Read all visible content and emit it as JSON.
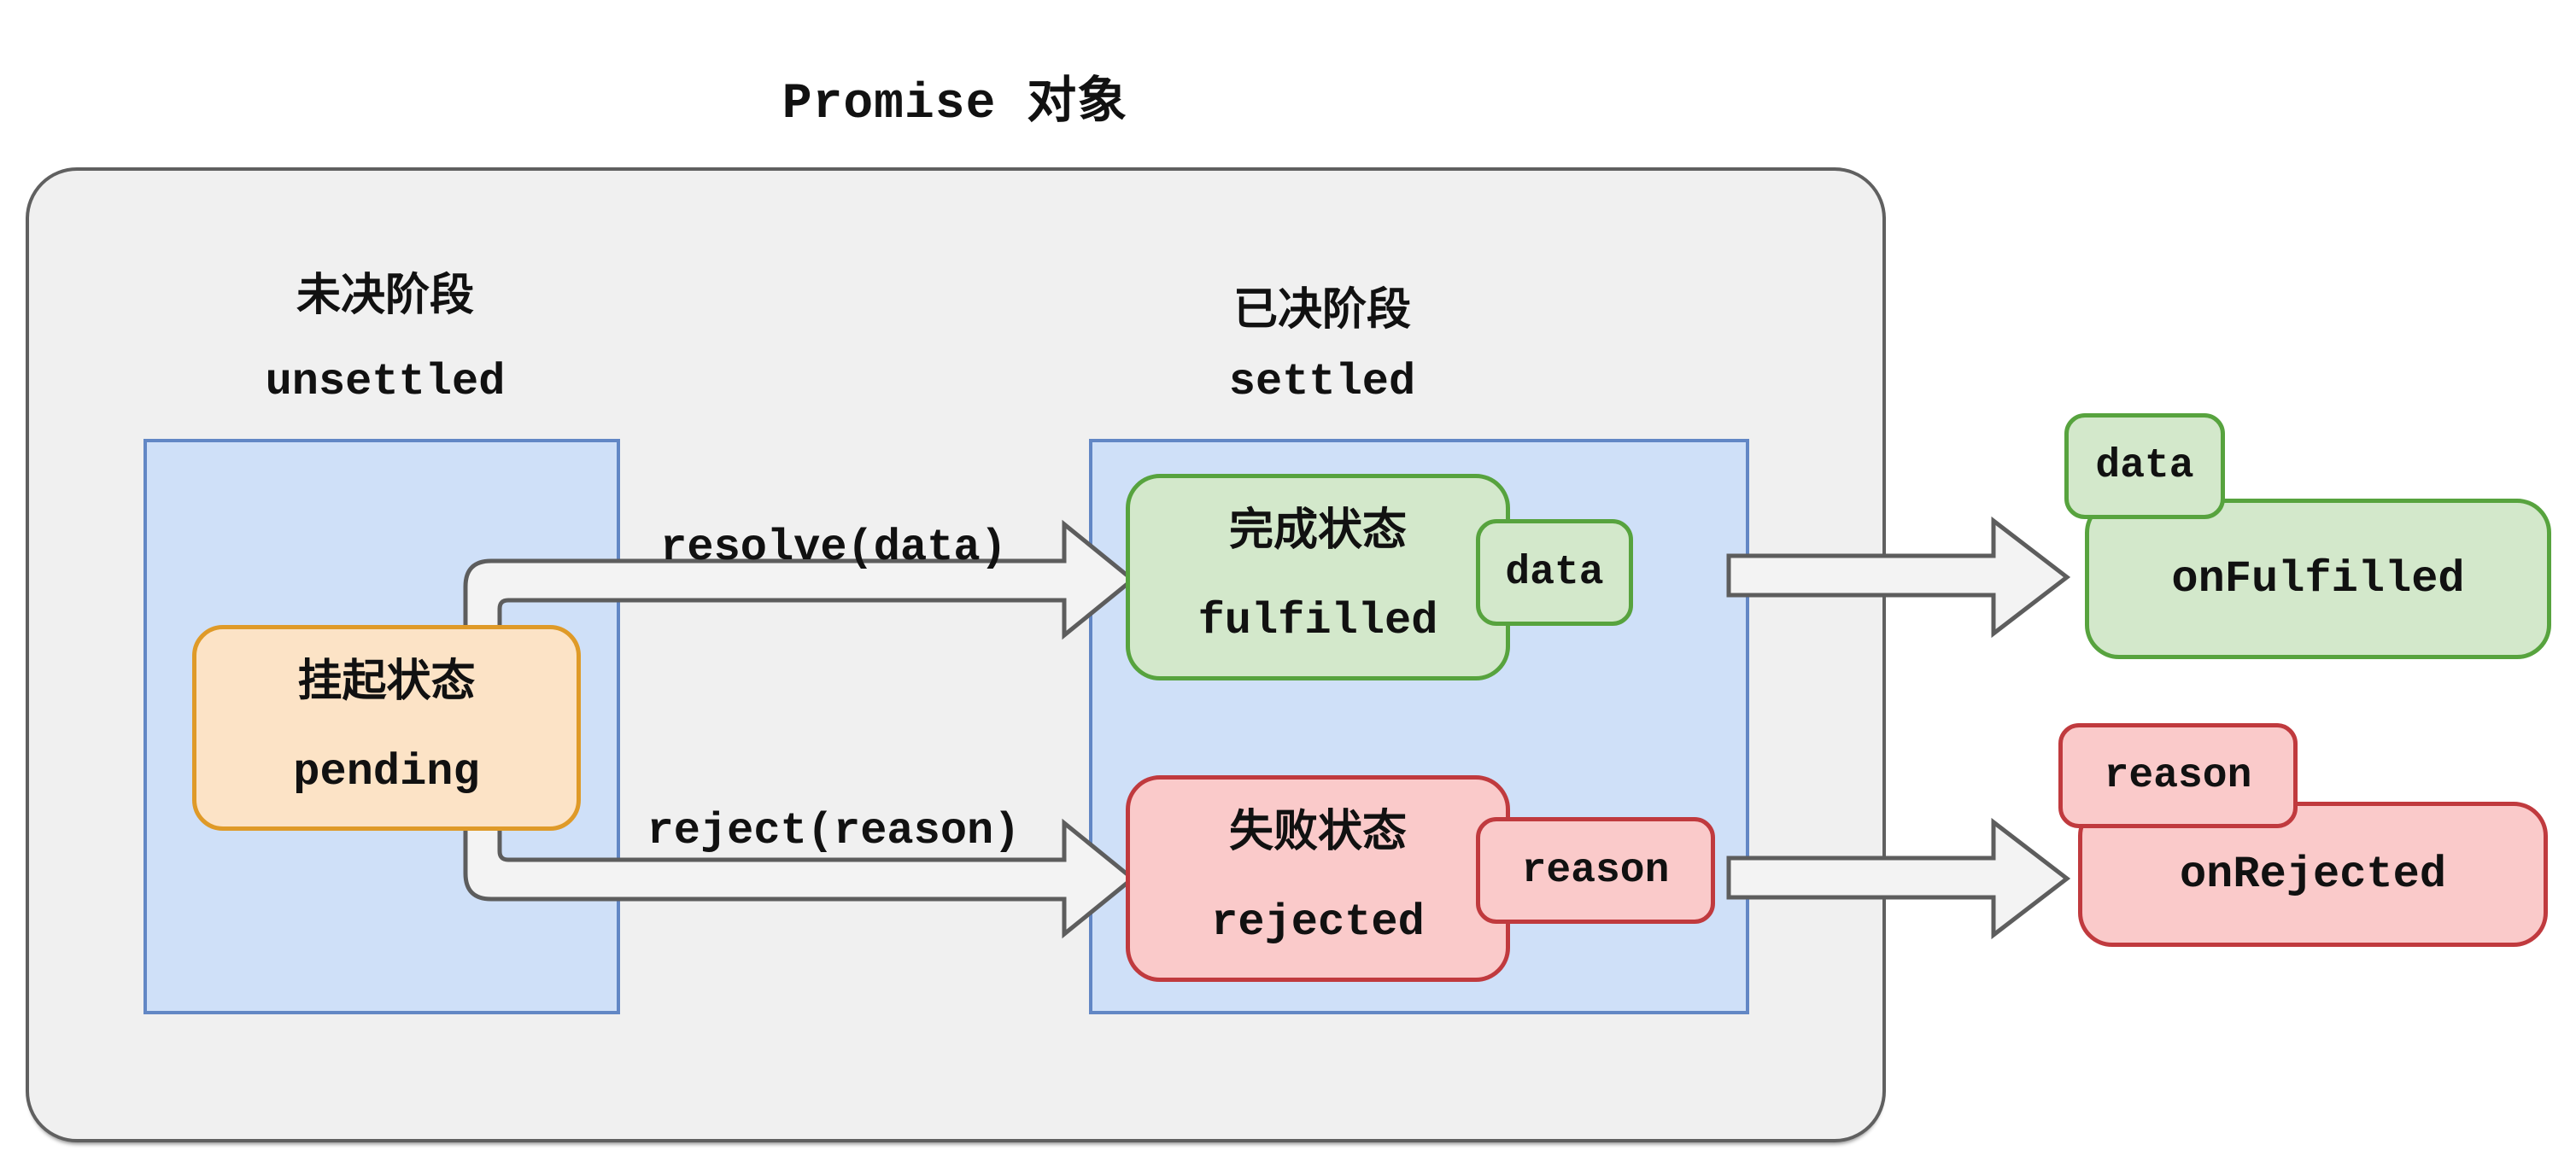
{
  "title": "Promise 对象",
  "stages": {
    "unsettled": {
      "zh": "未决阶段",
      "en": "unsettled"
    },
    "settled": {
      "zh": "已决阶段",
      "en": "settled"
    }
  },
  "nodes": {
    "pending": {
      "zh": "挂起状态",
      "en": "pending"
    },
    "fulfilled": {
      "zh": "完成状态",
      "en": "fulfilled",
      "tag": "data"
    },
    "rejected": {
      "zh": "失败状态",
      "en": "rejected",
      "tag": "reason"
    },
    "onFulfilled": {
      "label": "onFulfilled",
      "tag": "data"
    },
    "onRejected": {
      "label": "onRejected",
      "tag": "reason"
    }
  },
  "edges": {
    "resolve": "resolve(data)",
    "reject": "reject(reason)"
  },
  "colors": {
    "container_fill": "#f0f0f0",
    "container_border": "#606060",
    "stage_fill": "#cfe0f8",
    "stage_border": "#6287c5",
    "pending_fill": "#fce3c6",
    "pending_border": "#df9a28",
    "fulfilled_fill": "#d3e8cb",
    "fulfilled_border": "#57a33e",
    "rejected_fill": "#facaca",
    "rejected_border": "#c03a3e",
    "arrow_fill": "#f3f3f3",
    "arrow_stroke": "#5d5d5d",
    "text": "#111111"
  }
}
